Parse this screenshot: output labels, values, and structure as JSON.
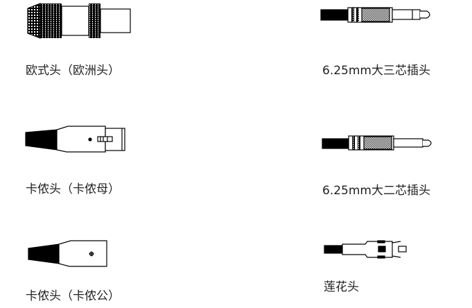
{
  "connectors": [
    {
      "label": "欧式头（欧洲头）",
      "icon": "euro-connector-icon"
    },
    {
      "label": "卡侬头（卡侬母）",
      "icon": "xlr-female-icon"
    },
    {
      "label": "卡侬头（卡侬公）",
      "icon": "xlr-male-icon"
    },
    {
      "label": "6.25mm大三芯插头",
      "icon": "trs-jack-icon"
    },
    {
      "label": "6.25mm大二芯插头",
      "icon": "ts-jack-icon"
    },
    {
      "label": "莲花头",
      "icon": "rca-plug-icon"
    }
  ]
}
